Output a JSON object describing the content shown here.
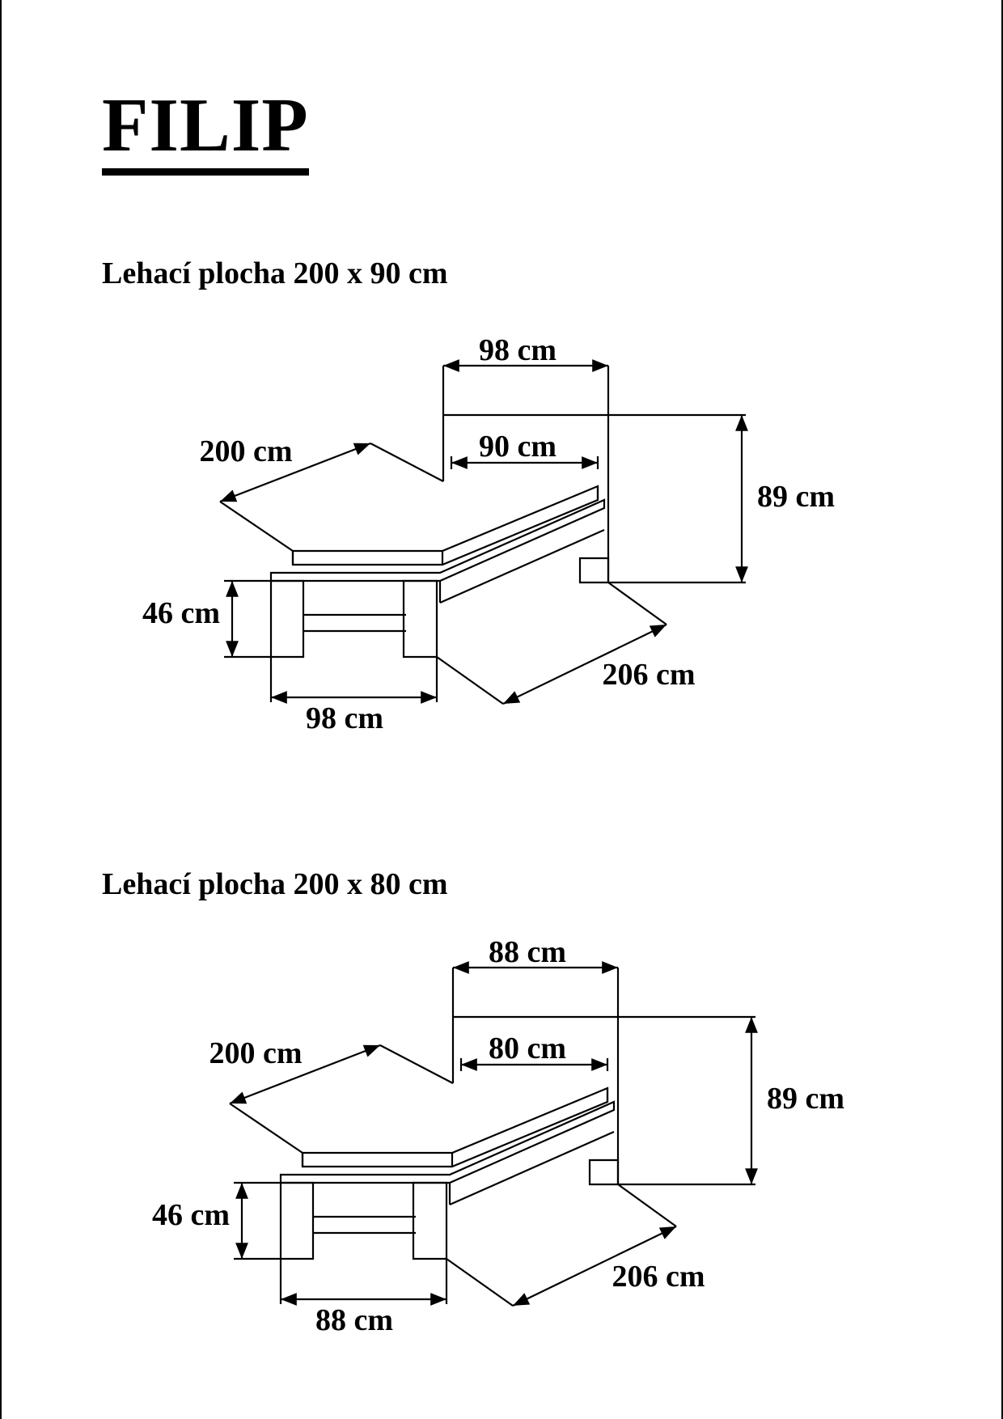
{
  "title": "FILIP",
  "variants": [
    {
      "heading": "Lehací plocha 200 x 90 cm",
      "dimensions": {
        "headboard_width": "98 cm",
        "mattress_width": "90 cm",
        "length": "200 cm",
        "headboard_height": "89 cm",
        "bed_height": "46 cm",
        "foot_width": "98 cm",
        "total_length": "206 cm"
      }
    },
    {
      "heading": "Lehací plocha 200 x 80 cm",
      "dimensions": {
        "headboard_width": "88 cm",
        "mattress_width": "80 cm",
        "length": "200 cm",
        "headboard_height": "89 cm",
        "bed_height": "46 cm",
        "foot_width": "88 cm",
        "total_length": "206 cm"
      }
    }
  ],
  "colors": {
    "ink": "#000000",
    "paper": "#ffffff"
  }
}
